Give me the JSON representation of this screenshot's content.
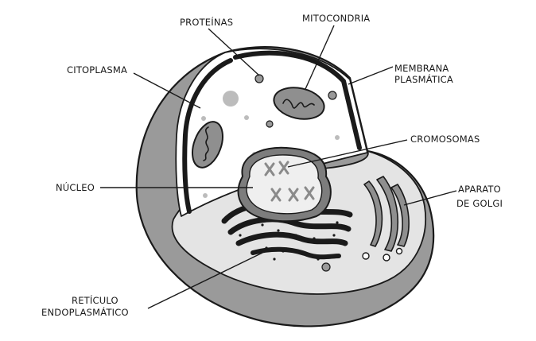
{
  "diagram": {
    "labels": {
      "proteinas": "PROTEÍNAS",
      "mitocondria": "MITOCONDRIA",
      "citoplasma": "CITOPLASMA",
      "membrana_line1": "MEMBRANA",
      "membrana_line2": "PLASMÁTICA",
      "cromosomas": "CROMOSOMAS",
      "nucleo": "NÚCLEO",
      "golgi_line1": "APARATO",
      "golgi_line2": "DE GOLGI",
      "reticulo_line1": "RETÍCULO",
      "reticulo_line2": "ENDOPLASMÁTICO"
    }
  }
}
